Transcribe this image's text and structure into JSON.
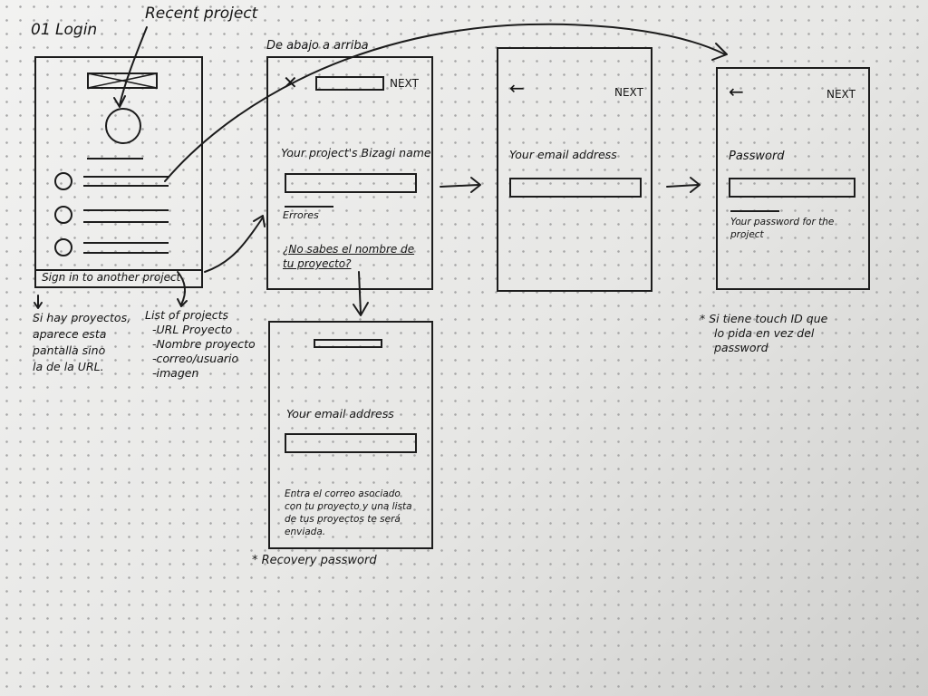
{
  "title": "01 Login",
  "annotations": {
    "recent_project": "Recent project",
    "bottom_to_top": "De abajo a arriba",
    "projects_note": [
      "Si hay proyectos,",
      "aparece esta",
      "pantalla sino",
      "la de la URL."
    ],
    "list_title": "List of projects",
    "list_items": [
      "-URL Proyecto",
      "-Nombre proyecto",
      "-correo/usuario",
      "-imagen"
    ],
    "touch_id_note": [
      "* Si tiene touch ID que",
      "lo pida en vez del",
      "password"
    ],
    "recovery_note": "* Recovery password"
  },
  "screen1": {
    "sign_in_other": "Sign in to another project"
  },
  "screen2": {
    "next": "NEXT",
    "label": "Your project's Bizagi name",
    "errors": "Errores",
    "help_link": [
      "¿No sabes el nombre de",
      "tu proyecto?"
    ]
  },
  "screen3": {
    "next": "NEXT",
    "label": "Your email address"
  },
  "screen4": {
    "next": "NEXT",
    "label": "Password",
    "hint": [
      "Your password for the",
      "project"
    ]
  },
  "screen5": {
    "label": "Your email address",
    "body": [
      "Entra el correo asociado",
      "con tu proyecto y una lista",
      "de tus proyectos te será",
      "enviada."
    ]
  }
}
